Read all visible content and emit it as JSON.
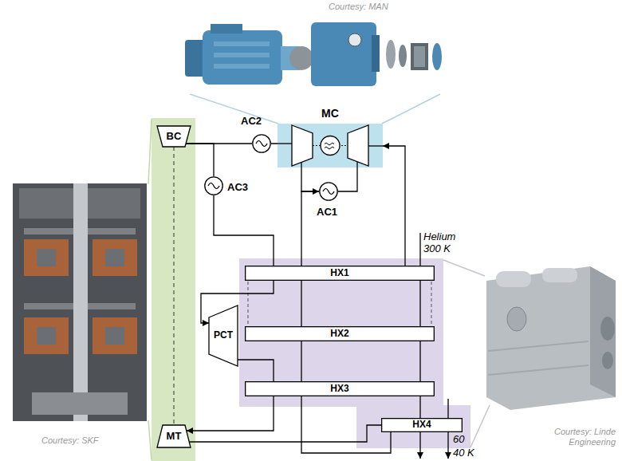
{
  "diagram": {
    "nodes": [
      {
        "text": [
          "MC"
        ]
      },
      {
        "text": [
          "AC2"
        ]
      },
      {
        "text": [
          "BC"
        ]
      },
      {
        "text": [
          "AC3"
        ]
      },
      {
        "text": [
          "AC1"
        ]
      },
      {
        "text": [
          "HX1"
        ]
      },
      {
        "text": [
          "PCT"
        ]
      },
      {
        "text": [
          "HX2"
        ]
      },
      {
        "text": [
          "HX3"
        ]
      },
      {
        "text": [
          "HX4"
        ]
      },
      {
        "text": [
          "MT"
        ]
      }
    ],
    "edges": [
      {
        "from": 2,
        "to": 1,
        "arrow": "none"
      },
      {
        "from": 1,
        "to": 0,
        "arrow": "none"
      },
      {
        "from": 0,
        "to": 4,
        "arrow": "none"
      },
      {
        "from": 4,
        "to": 0,
        "arrow": "none"
      },
      {
        "from": 2,
        "to": 3,
        "arrow": "none"
      },
      {
        "from": 3,
        "to": 5,
        "arrow": "none"
      },
      {
        "from": 5,
        "to": 6,
        "arrow": "to"
      },
      {
        "from": 6,
        "to": 8,
        "arrow": "none"
      },
      {
        "from": 8,
        "to": 10,
        "arrow": "to"
      },
      {
        "from": 10,
        "to": 9,
        "arrow": "none"
      },
      {
        "from": 9,
        "to": 4,
        "arrow": "to"
      },
      {
        "from": 5,
        "to": 0,
        "arrow": "to"
      },
      {
        "from": 2,
        "to": 10,
        "arrow": "none"
      }
    ],
    "labels": [
      "Courtesy: MAN",
      "Courtesy: SKF",
      "Helium 300 K",
      "60",
      "40 K",
      "Courtesy: Linde Engineering"
    ]
  }
}
